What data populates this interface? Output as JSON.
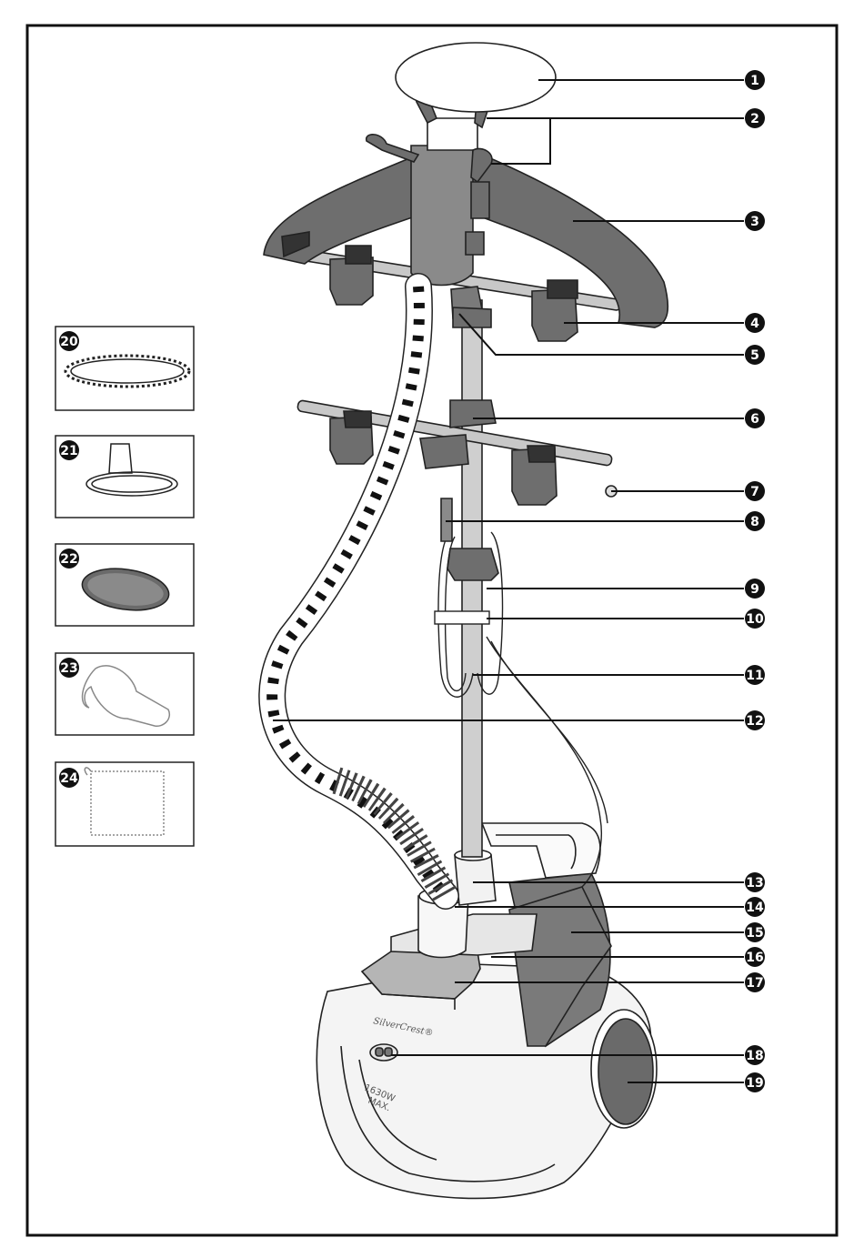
{
  "product": {
    "brand_label": "SilverCrest®",
    "wattage_label": "1630W",
    "wattage_sub": "MAX."
  },
  "callouts": {
    "n1": "1",
    "n2": "2",
    "n3": "3",
    "n4": "4",
    "n5": "5",
    "n6": "6",
    "n7": "7",
    "n8": "8",
    "n9": "9",
    "n10": "10",
    "n11": "11",
    "n12": "12",
    "n13": "13",
    "n14": "14",
    "n15": "15",
    "n16": "16",
    "n17": "17",
    "n18": "18",
    "n19": "19"
  },
  "accessories": {
    "n20": "20",
    "n21": "21",
    "n22": "22",
    "n23": "23",
    "n24": "24"
  },
  "colors": {
    "outline": "#222222",
    "dark_grey": "#6e6e6e",
    "mid_grey": "#9a9a9a",
    "light_grey": "#c8c8c8",
    "badge": "#111111"
  }
}
